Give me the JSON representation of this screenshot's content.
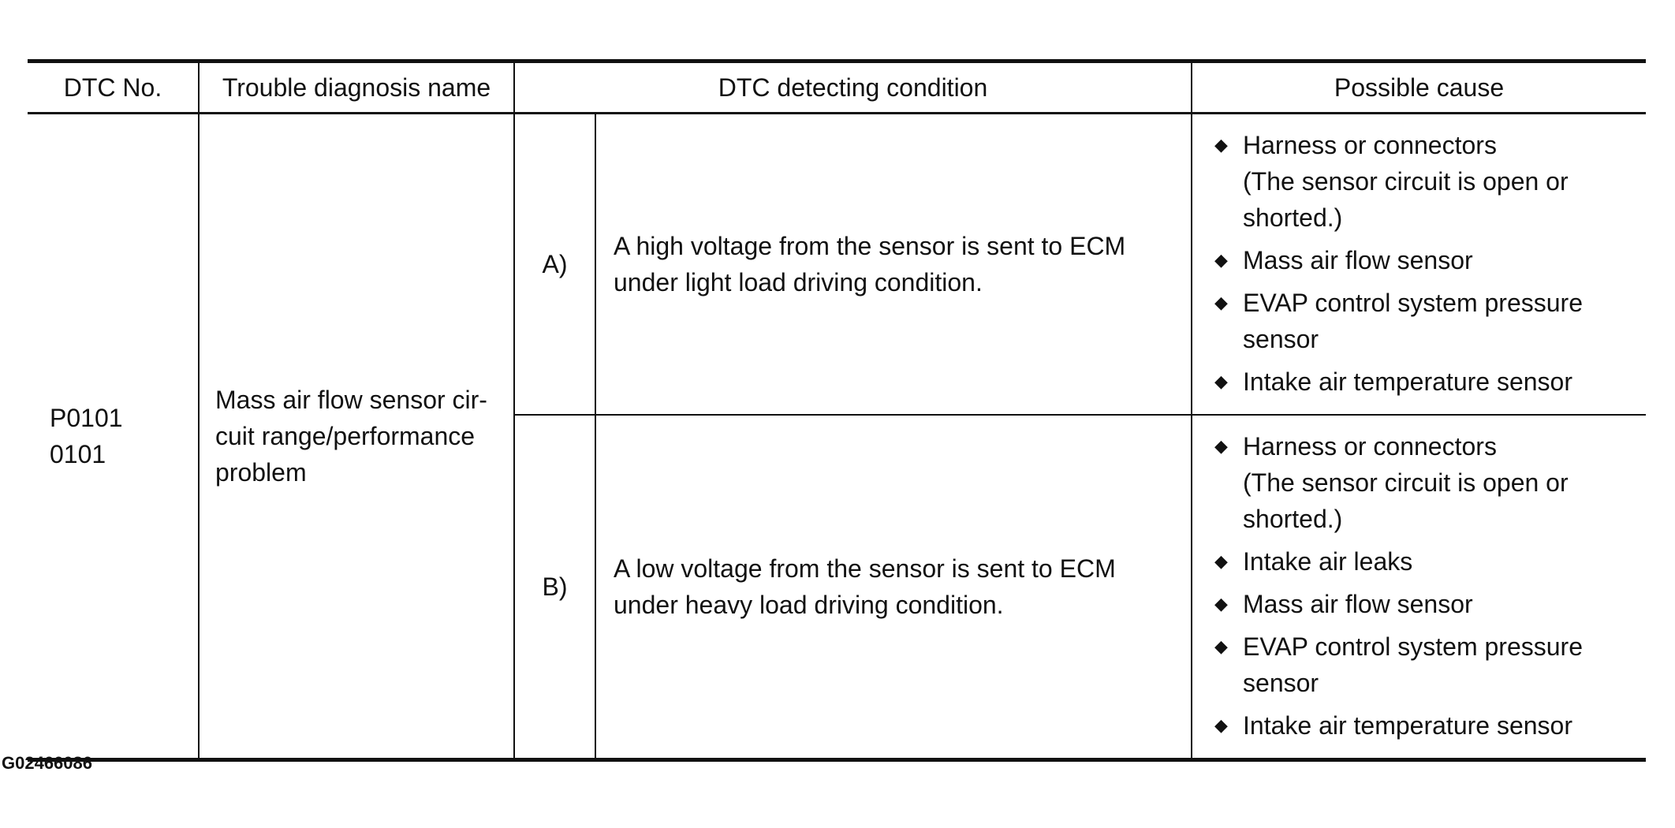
{
  "table": {
    "headers": [
      "DTC No.",
      "Trouble diagnosis name",
      "DTC detecting condition",
      "Possible cause"
    ],
    "dtc_code_lines": [
      "P0101",
      "0101"
    ],
    "diagnosis_name_lines": [
      "Mass air flow sensor cir-",
      "cuit range/performance",
      "problem"
    ],
    "conditions": [
      {
        "letter": "A)",
        "text_lines": [
          "A high voltage from the sensor is sent to ECM",
          "under light load driving condition."
        ],
        "causes": [
          {
            "lines": [
              "Harness or connectors",
              "(The sensor circuit is open or",
              "shorted.)"
            ]
          },
          {
            "lines": [
              "Mass air flow sensor"
            ]
          },
          {
            "lines": [
              "EVAP control system pressure",
              "sensor"
            ]
          },
          {
            "lines": [
              "Intake air temperature sensor"
            ]
          }
        ]
      },
      {
        "letter": "B)",
        "text_lines": [
          "A low voltage from the sensor is sent to ECM",
          "under heavy load driving condition."
        ],
        "causes": [
          {
            "lines": [
              "Harness or connectors",
              "(The sensor circuit is open or",
              "shorted.)"
            ]
          },
          {
            "lines": [
              "Intake air leaks"
            ]
          },
          {
            "lines": [
              "Mass air flow sensor"
            ]
          },
          {
            "lines": [
              "EVAP control system pressure",
              "sensor"
            ]
          },
          {
            "lines": [
              "Intake air temperature sensor"
            ]
          }
        ]
      }
    ]
  },
  "bullet_glyph": "◆",
  "document_id": "G02466086"
}
